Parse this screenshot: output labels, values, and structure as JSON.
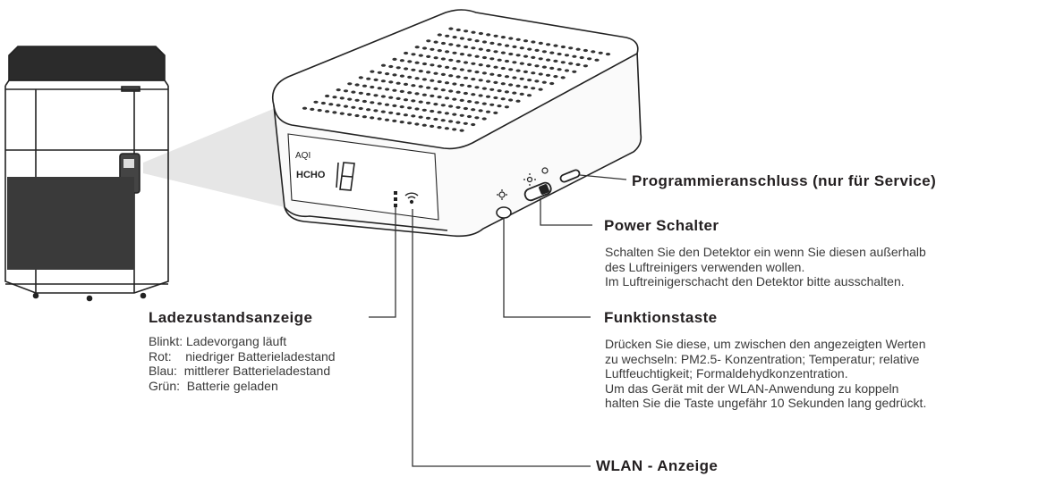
{
  "device": {
    "label_aqi": "AQI",
    "label_hcho": "HCHO"
  },
  "callouts": {
    "programming_port": {
      "title": "Programmieranschluss (nur für Service)"
    },
    "power_switch": {
      "title": "Power Schalter",
      "lines": [
        "Schalten Sie den Detektor ein wenn Sie diesen außerhalb",
        "des Luftreinigers verwenden wollen.",
        "Im Luftreinigerschacht den Detektor bitte ausschalten."
      ]
    },
    "charge_indicator": {
      "title": "Ladezustandsanzeige",
      "lines": [
        "Blinkt: Ladevorgang läuft",
        "Rot:    niedriger Batterieladestand",
        "Blau:  mittlerer Batterieladestand",
        "Grün:  Batterie geladen"
      ]
    },
    "function_key": {
      "title": "Funktionstaste",
      "lines": [
        "Drücken Sie diese, um zwischen den angezeigten Werten",
        "zu wechseln: PM2.5- Konzentration; Temperatur; relative",
        "Luftfeuchtigkeit; Formaldehydkonzentration.",
        "Um das Gerät mit der WLAN-Anwendung zu koppeln",
        "halten Sie die Taste ungefähr 10 Sekunden lang gedrückt."
      ]
    },
    "wlan_indicator": {
      "title": "WLAN - Anzeige"
    }
  }
}
